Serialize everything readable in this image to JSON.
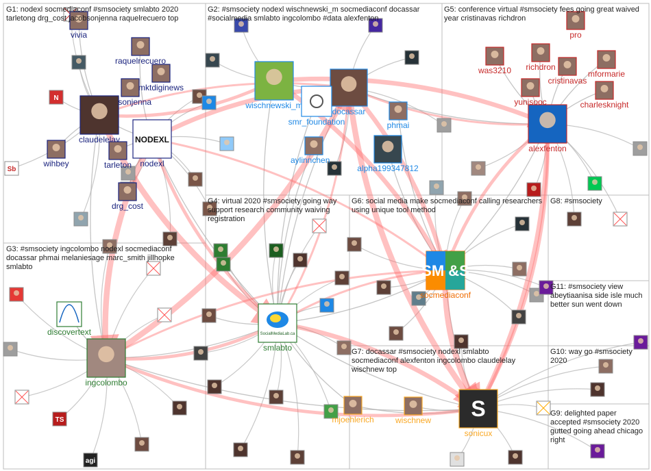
{
  "groups": [
    {
      "id": "G1",
      "text": "G1: nodexl socmediaconf #smsociety smlabto 2020 tarletong drg_cost jacobsonjenna raquelrecuero top"
    },
    {
      "id": "G2",
      "text": "G2: #smsociety nodexl wischnewski_m socmediaconf docassar #socialmedia smlabto ingcolombo #data alexfenton"
    },
    {
      "id": "G3",
      "text": "G3: #smsociety ingcolombo nodexl socmediaconf docassar phmai melaniesage marc_smith jillhopke smlabto"
    },
    {
      "id": "G4",
      "text": "G4: virtual 2020 #smsociety going way support research community waiving registration"
    },
    {
      "id": "G5",
      "text": "G5: conference virtual #smsociety fees going great waived year cristinavas richdron"
    },
    {
      "id": "G6",
      "text": "G6: social media make socmediaconf calling researchers using unique tool method"
    },
    {
      "id": "G7",
      "text": "G7: docassar #smsociety nodexl smlabto socmediaconf alexfenton ingcolombo claudelelay wischnew top"
    },
    {
      "id": "G8",
      "text": "G8: #smsociety"
    },
    {
      "id": "G9",
      "text": "G9: delighted paper accepted #smsociety 2020 gutted going ahead chicago right"
    },
    {
      "id": "G10",
      "text": "G10: way go #smsociety 2020"
    },
    {
      "id": "G11",
      "text": "G11: #smsociety view abeytiaanisa side isle much better sun went down"
    }
  ],
  "nodes": [
    {
      "id": "vivia",
      "label": "vivia",
      "color": "#1a237e"
    },
    {
      "id": "raquelrecuero",
      "label": "raquelrecuero",
      "color": "#1a237e"
    },
    {
      "id": "mktdiginews",
      "label": "mktdiginews",
      "color": "#1a237e"
    },
    {
      "id": "jacobsonjenna",
      "label": "obsonjenna",
      "color": "#1a237e"
    },
    {
      "id": "claudelelay",
      "label": "claudelelay",
      "color": "#1a237e"
    },
    {
      "id": "nodexl",
      "label": "nodexl",
      "color": "#1a237e"
    },
    {
      "id": "wihbey",
      "label": "wihbey",
      "color": "#1a237e"
    },
    {
      "id": "tarletong",
      "label": "tarleton",
      "color": "#1a237e"
    },
    {
      "id": "drg_cost",
      "label": "drg_cost",
      "color": "#1a237e"
    },
    {
      "id": "wischnewski_m",
      "label": "wischnewski_m",
      "color": "#1e88e5"
    },
    {
      "id": "docassar",
      "label": "docassar",
      "color": "#1e88e5"
    },
    {
      "id": "smr_foundation",
      "label": "smr_foundation",
      "color": "#1e88e5"
    },
    {
      "id": "phmai",
      "label": "phmai",
      "color": "#1e88e5"
    },
    {
      "id": "aylinnchen",
      "label": "aylinnchen",
      "color": "#1e88e5"
    },
    {
      "id": "alpha199347812",
      "label": "alpha199347812",
      "color": "#1e88e5"
    },
    {
      "id": "was3210",
      "label": "was3210",
      "color": "#c62828"
    },
    {
      "id": "richdron",
      "label": "richdron",
      "color": "#c62828"
    },
    {
      "id": "cristinavas",
      "label": "cristinavas",
      "color": "#c62828"
    },
    {
      "id": "mformarie",
      "label": "mformarie",
      "color": "#c62828"
    },
    {
      "id": "yunisooc",
      "label": "yunisooc",
      "color": "#c62828"
    },
    {
      "id": "charlesknight",
      "label": "charlesknight",
      "color": "#c62828"
    },
    {
      "id": "alexfenton",
      "label": "alexfenton",
      "color": "#c62828"
    },
    {
      "id": "pro",
      "label": "pro",
      "color": "#c62828"
    },
    {
      "id": "discovertext",
      "label": "discovertext",
      "color": "#2e7d32"
    },
    {
      "id": "ingcolombo",
      "label": "ingcolombo",
      "color": "#2e7d32"
    },
    {
      "id": "smlabto",
      "label": "smlabto",
      "color": "#2e7d32"
    },
    {
      "id": "socmediaconf",
      "label": "socmediaconf",
      "color": "#ef6c00"
    },
    {
      "id": "mjoehlerich",
      "label": "mjoehlerich",
      "color": "#f9a825"
    },
    {
      "id": "wischnew",
      "label": "wischnew",
      "color": "#f9a825"
    },
    {
      "id": "sonicux",
      "label": "sonicux",
      "color": "#f9a825"
    }
  ],
  "colors": {
    "group_border": "#bdbdbd",
    "edge_gray": "#b0b0b0",
    "edge_red": "#ff6b6b",
    "g1": "#1a237e",
    "g2": "#1e88e5",
    "g3": "#2e7d32",
    "g5": "#c62828",
    "g6": "#ef6c00",
    "g7": "#f9a825"
  },
  "logos": {
    "nodexl": "NODEXL",
    "smlabto": "SocialMediaLab.ca",
    "socmediaconf": "SM &S",
    "sonicux": "S",
    "agi": "agi",
    "sb": "Sb",
    "netflix": "N"
  }
}
